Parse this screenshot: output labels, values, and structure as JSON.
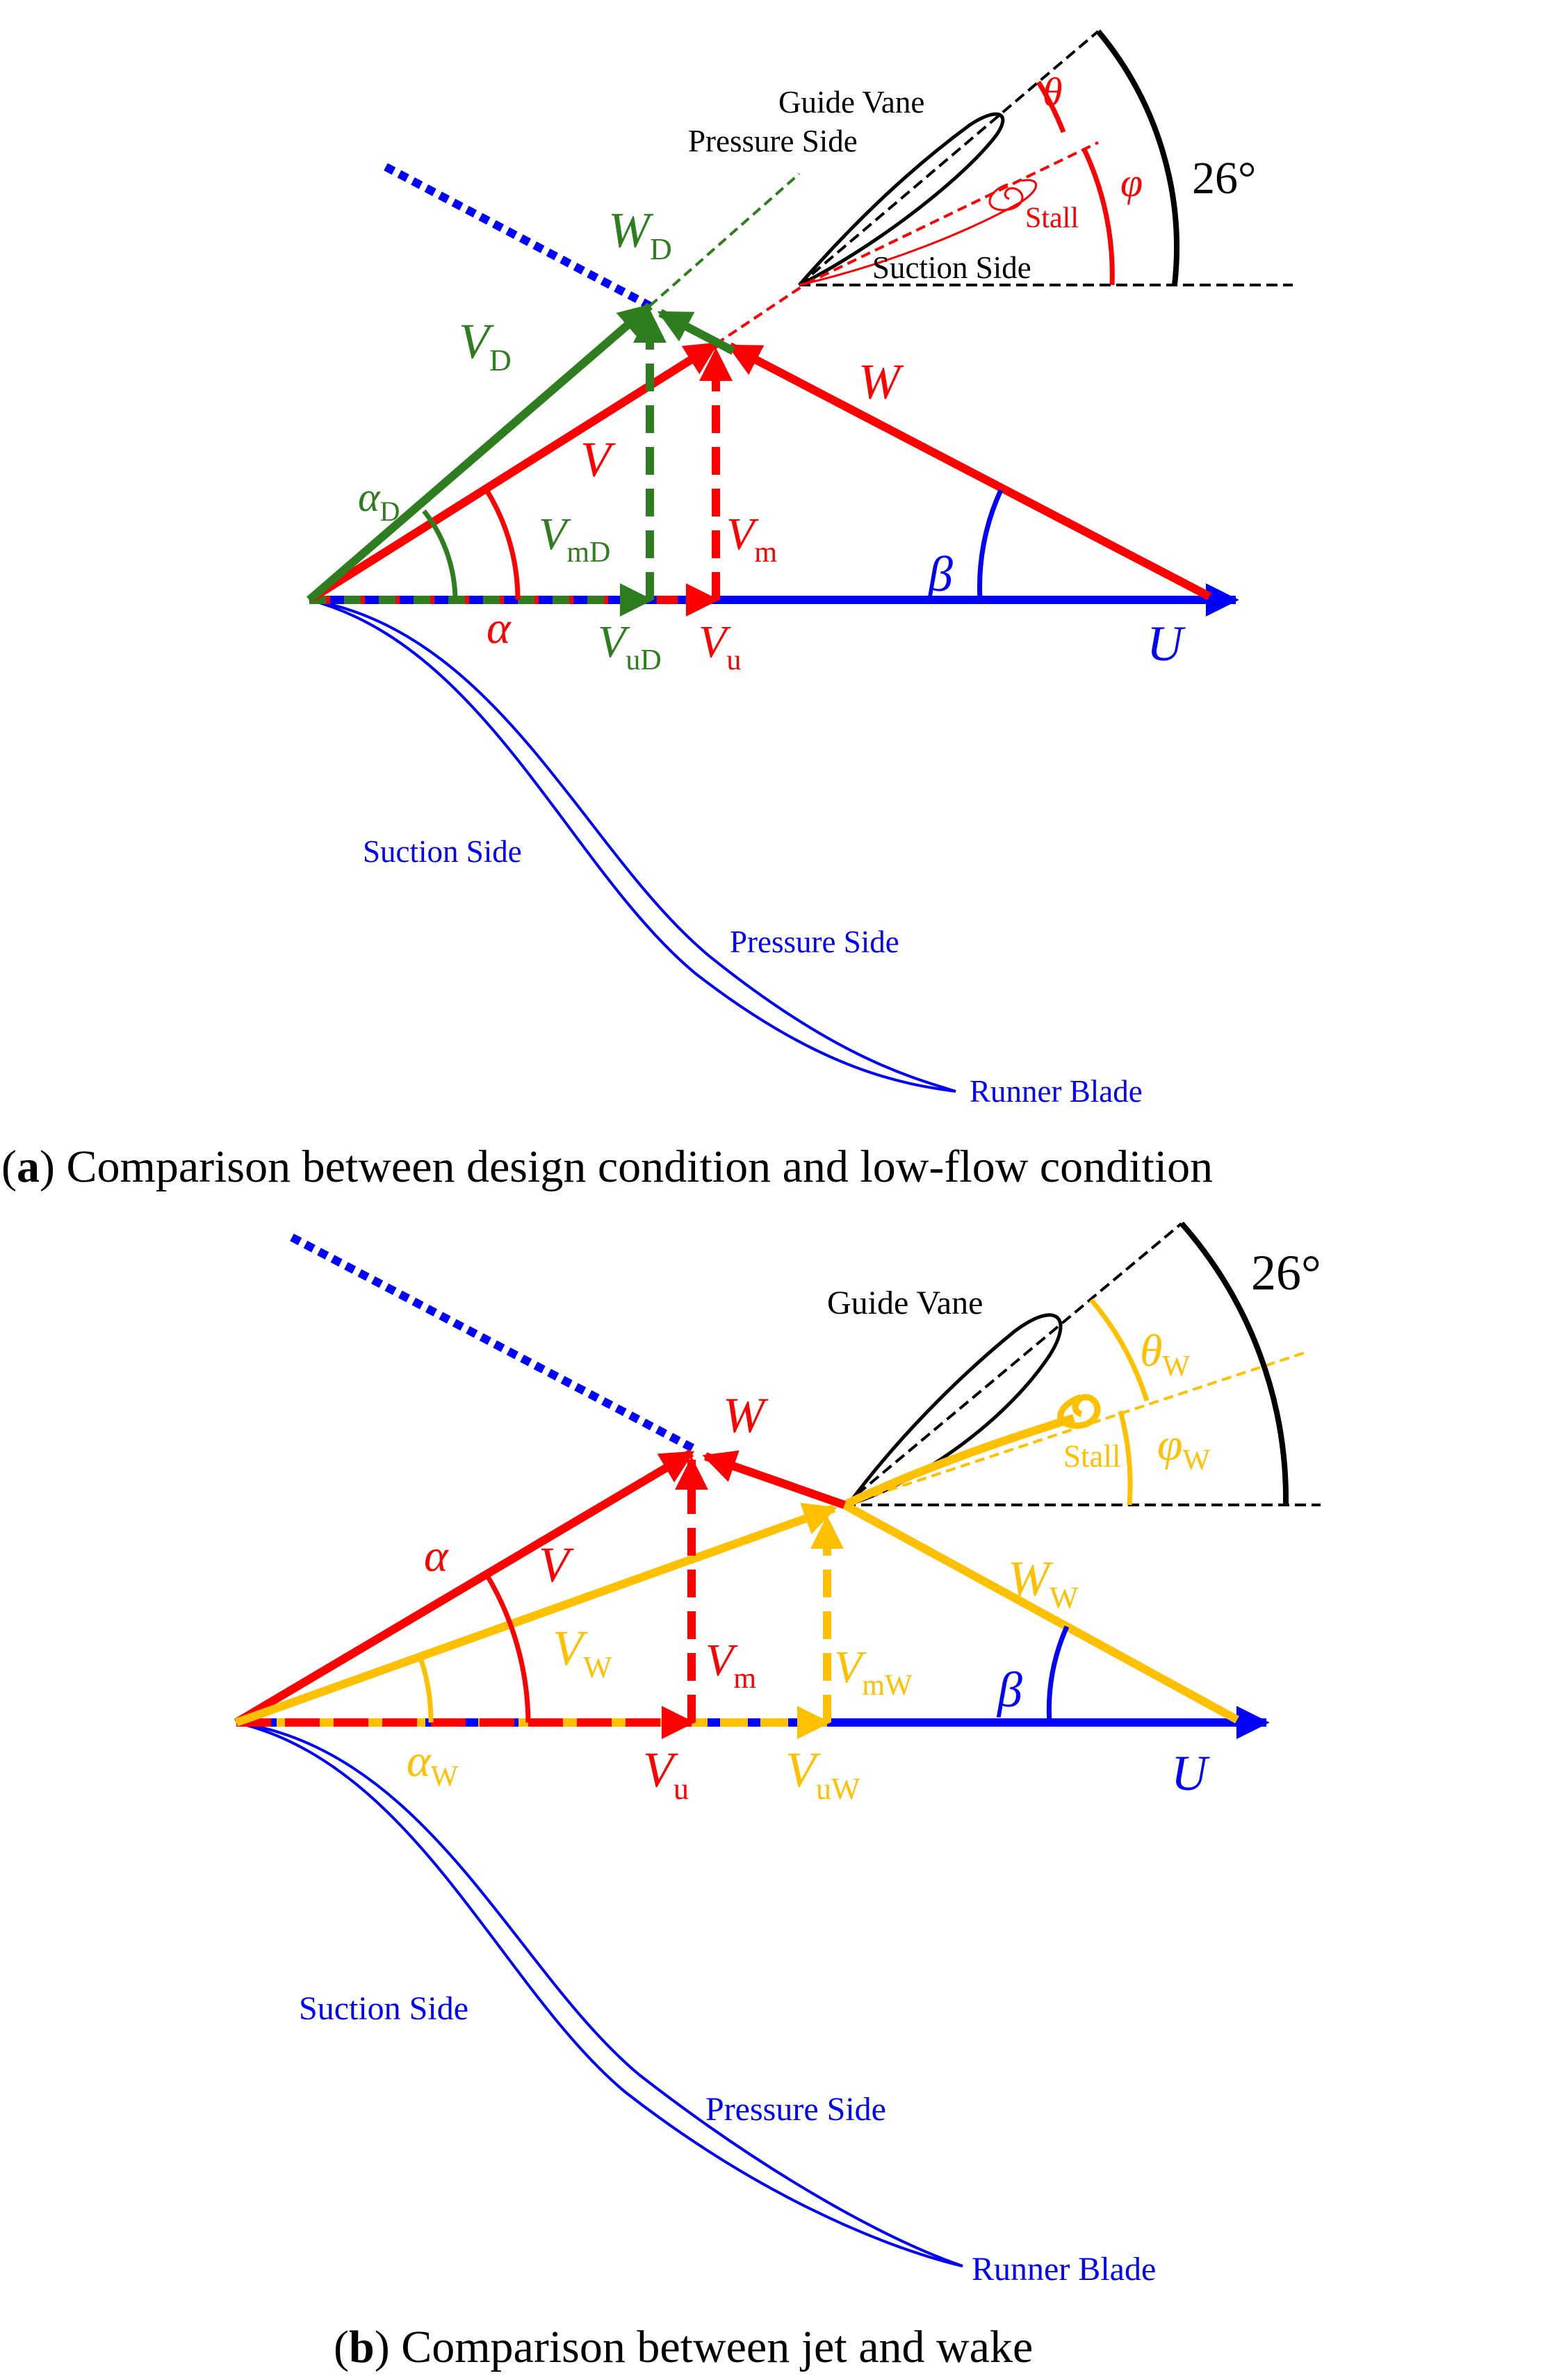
{
  "colors": {
    "red": "#ff0000",
    "green": "#2e7d1e",
    "blue": "#0000ff",
    "yellow": "#ffc000",
    "black": "#000000"
  },
  "panel_a": {
    "guide_vane": "Guide Vane",
    "pressure_side_top": "Pressure Side",
    "suction_side_top": "Suction Side",
    "stall": "Stall",
    "angle": "26°",
    "theta": "θ",
    "phi": "φ",
    "W_D": {
      "main": "W",
      "sub": "D"
    },
    "V_D": {
      "main": "V",
      "sub": "D"
    },
    "W": "W",
    "V": "V",
    "alpha_D": {
      "main": "α",
      "sub": "D"
    },
    "V_mD": {
      "main": "V",
      "sub": "mD"
    },
    "V_m": {
      "main": "V",
      "sub": "m"
    },
    "beta": "β",
    "alpha": "α",
    "V_uD": {
      "main": "V",
      "sub": "uD"
    },
    "V_u": {
      "main": "V",
      "sub": "u"
    },
    "U": "U",
    "suction_side": "Suction Side",
    "pressure_side": "Pressure Side",
    "runner_blade": "Runner Blade",
    "caption_tag": "a",
    "caption_text": " Comparison between design condition and low-flow condition"
  },
  "panel_b": {
    "guide_vane": "Guide Vane",
    "stall": "Stall",
    "angle": "26°",
    "theta_W": {
      "main": "θ",
      "sub": "W"
    },
    "phi_W": {
      "main": "φ",
      "sub": "W"
    },
    "W": "W",
    "alpha": "α",
    "V": "V",
    "W_W": {
      "main": "W",
      "sub": "W"
    },
    "V_W": {
      "main": "V",
      "sub": "W"
    },
    "V_m": {
      "main": "V",
      "sub": "m"
    },
    "V_mW": {
      "main": "V",
      "sub": "mW"
    },
    "beta": "β",
    "alpha_W": {
      "main": "α",
      "sub": "W"
    },
    "V_u": {
      "main": "V",
      "sub": "u"
    },
    "V_uW": {
      "main": "V",
      "sub": "uW"
    },
    "U": "U",
    "suction_side": "Suction Side",
    "pressure_side": "Pressure Side",
    "runner_blade": "Runner Blade",
    "caption_tag": "b",
    "caption_text": " Comparison between jet and wake"
  }
}
